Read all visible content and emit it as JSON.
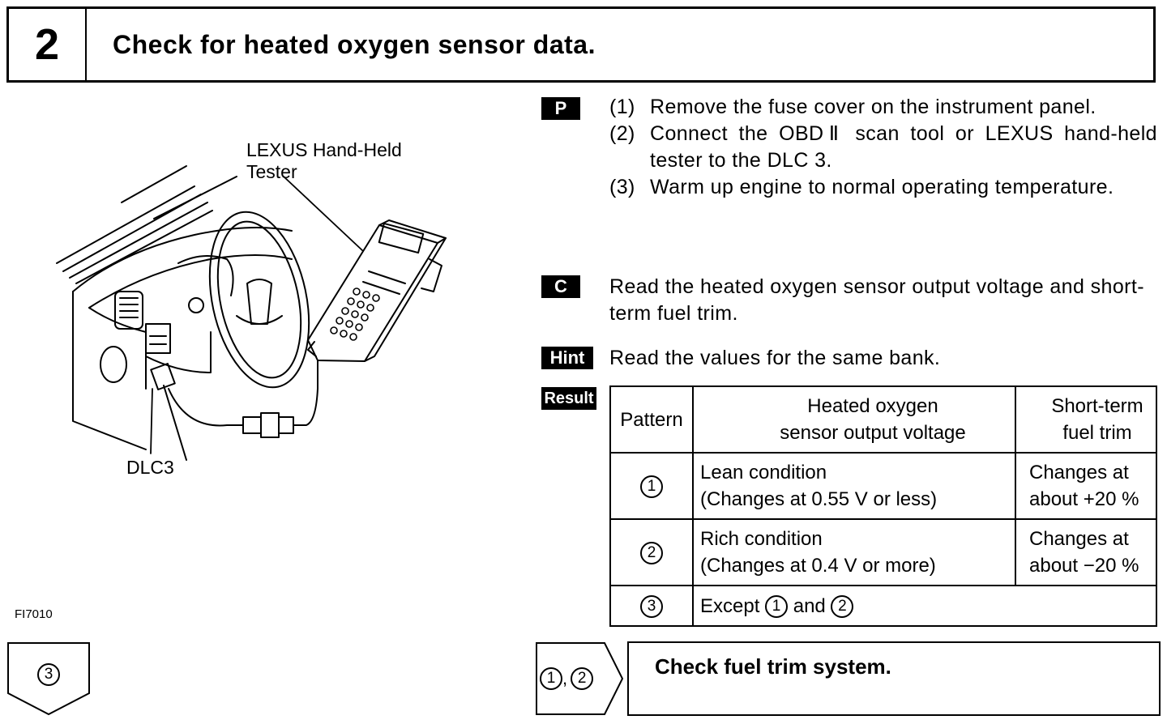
{
  "header": {
    "step_number": "2",
    "title": "Check for heated oxygen sensor data."
  },
  "illustration": {
    "tester_label_line1": "LEXUS Hand-Held",
    "tester_label_line2": "Tester",
    "dlc_label": "DLC3",
    "figure_code": "FI7010"
  },
  "procedure": {
    "tag": "P",
    "steps": [
      {
        "no": "(1)",
        "text": "Remove the fuse cover on the instrument panel."
      },
      {
        "no": "(2)",
        "text": "Connect the OBDⅡ scan tool or LEXUS hand-held tester to the DLC 3."
      },
      {
        "no": "(3)",
        "text": "Warm up engine to normal operating temperature."
      }
    ]
  },
  "check": {
    "tag": "C",
    "text": "Read the heated oxygen sensor output voltage and short-term fuel trim."
  },
  "hint": {
    "tag": "Hint",
    "text": "Read the values for the same bank."
  },
  "result": {
    "tag": "Result",
    "headers": {
      "pattern": "Pattern",
      "voltage_line1": "Heated oxygen",
      "voltage_line2": "sensor output voltage",
      "trim_line1": "Short-term",
      "trim_line2": "fuel trim"
    },
    "rows": [
      {
        "pattern": "1",
        "cond_line1": "Lean condition",
        "cond_line2": "(Changes at 0.55 V or less)",
        "trim_line1": "Changes at",
        "trim_line2": "about +20 %"
      },
      {
        "pattern": "2",
        "cond_line1": "Rich condition",
        "cond_line2": "(Changes at 0.4 V or more)",
        "trim_line1": "Changes at",
        "trim_line2": "about −20 %"
      }
    ],
    "row3": {
      "pattern": "3",
      "except_word": "Except",
      "ref_a": "1",
      "and_word": "and",
      "ref_b": "2"
    }
  },
  "footer": {
    "left_result": "3",
    "right_result_a": "1",
    "right_result_sep": ",",
    "right_result_b": "2",
    "right_action": "Check fuel trim system."
  }
}
